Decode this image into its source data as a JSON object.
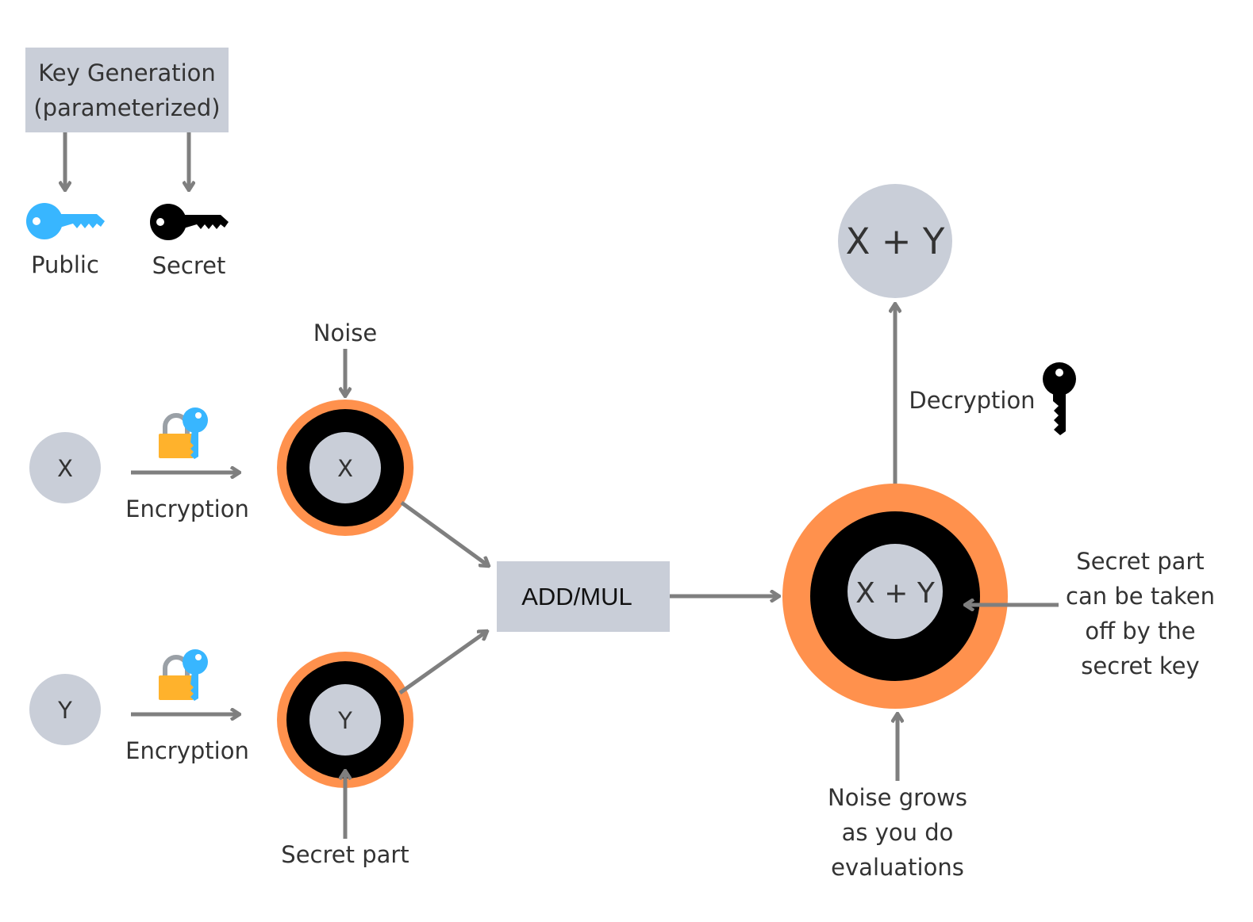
{
  "keygen": {
    "line1": "Key Generation",
    "line2": "(parameterized)",
    "public_label": "Public",
    "secret_label": "Secret"
  },
  "inputs": {
    "x": "X",
    "y": "Y"
  },
  "encryption": {
    "x_label": "Encryption",
    "y_label": "Encryption"
  },
  "ciphertexts": {
    "noise_label": "Noise",
    "x_inner": "X",
    "y_inner": "Y",
    "secret_part_label": "Secret part"
  },
  "operation": {
    "label": "ADD/MUL"
  },
  "result": {
    "inner": "X + Y",
    "decrypted": "X + Y",
    "decryption_label": "Decryption",
    "secret_note": [
      "Secret part",
      "can be taken",
      "off by the",
      "secret key"
    ],
    "noise_note": [
      "Noise grows",
      "as you do",
      "evaluations"
    ]
  },
  "icons": {
    "public_key": "key-icon",
    "secret_key": "key-icon",
    "encrypt_lock": "padlock-with-key-icon",
    "decrypt_key": "key-icon"
  },
  "colors": {
    "box_fill": "#c9ced8",
    "noise_ring": "#ff914d",
    "ciphertext_core": "#000000",
    "public_key": "#38b6ff",
    "secret_key": "#000000",
    "lock_body": "#ffb22c",
    "arrow": "#7f7f7f",
    "text": "#333333"
  }
}
